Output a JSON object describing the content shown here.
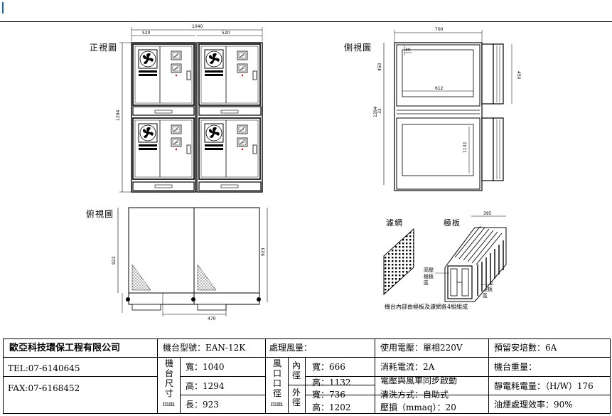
{
  "views": {
    "front": "正視圖",
    "side": "側視圖",
    "top": "俯視圖",
    "filter": "濾網",
    "plate": "極板",
    "hv_plate": "高壓極板區",
    "ground_plate": "接地極板區",
    "note": "機台內部由極板及濾網各4組組成"
  },
  "dims": {
    "front_width": "1040",
    "front_left": "520",
    "front_right": "520",
    "front_height": "1294",
    "side_width": "700",
    "side_inner": "612",
    "side_top": "450",
    "side_mid": "32",
    "side_total": "1294",
    "side_right": "1132",
    "side_flange": "30",
    "top_height": "923",
    "top_right": "923",
    "top_bottom": "470",
    "plate_len": "395"
  },
  "table": {
    "company": "歐亞科技環保工程有限公司",
    "tel": "TEL:07-6140645",
    "fax": "FAX:07-6168452",
    "model": "機台型號：EAN-12K",
    "airflow": "處理風量：",
    "voltage": "使用電壓：單相220V",
    "lamp": "預留安培數：6A",
    "size_label": "機台尺寸",
    "size_unit": "mm",
    "width": "寬：1040",
    "height": "高：1294",
    "length": "長：923",
    "port_label": "風口口徑",
    "port_unit": "mm",
    "inner": "內徑",
    "outer": "外徑",
    "in_w": "寬：666",
    "in_h": "高：1132",
    "out_w": "寬：736",
    "out_h": "高：1202",
    "current": "消耗電流：2A",
    "sync": "電壓與風車同步啟動",
    "clean": "清洗方式：自助式",
    "pressure": "壓損（mmaq）：20",
    "weight": "機台重量：",
    "power": "靜電耗電量：（H/W）176",
    "efficiency": "油煙處理效率：90%"
  }
}
